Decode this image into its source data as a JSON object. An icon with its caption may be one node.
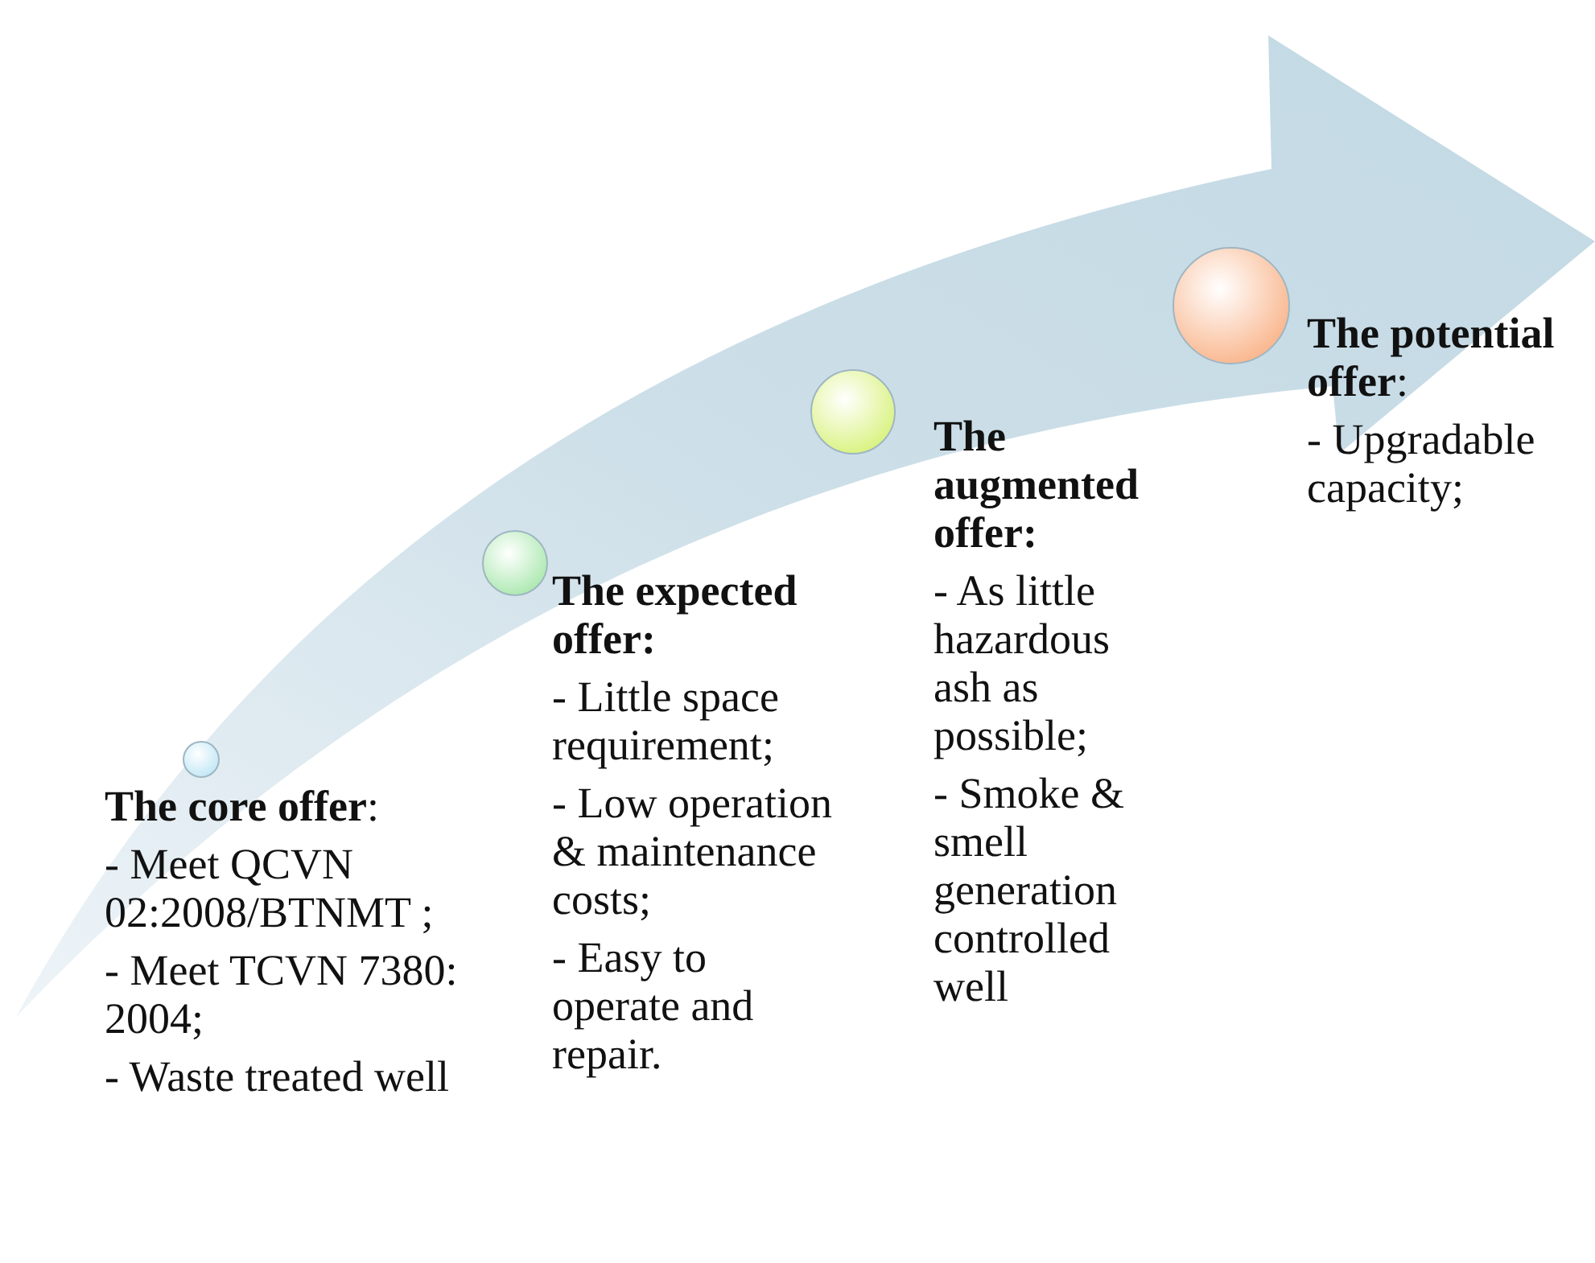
{
  "diagram": {
    "nodes": [
      {
        "text": [
          "**The core offer**:",
          "- Meet QCVN 02:2008/BTNMT ;",
          "- Meet TCVN 7380: 2004;",
          "- Waste treated well"
        ]
      },
      {
        "text": [
          "The expected offer:",
          "- Little space requirement;",
          "- Low operation & maintenance costs;",
          "- Easy to operate and repair."
        ]
      },
      {
        "text": [
          "The augmented offer:",
          "- As little hazardous ash as possible;",
          "- Smoke & smell generation controlled well"
        ]
      },
      {
        "text": [
          "**The potential offer**:",
          "- Upgradable capacity;"
        ]
      }
    ]
  }
}
